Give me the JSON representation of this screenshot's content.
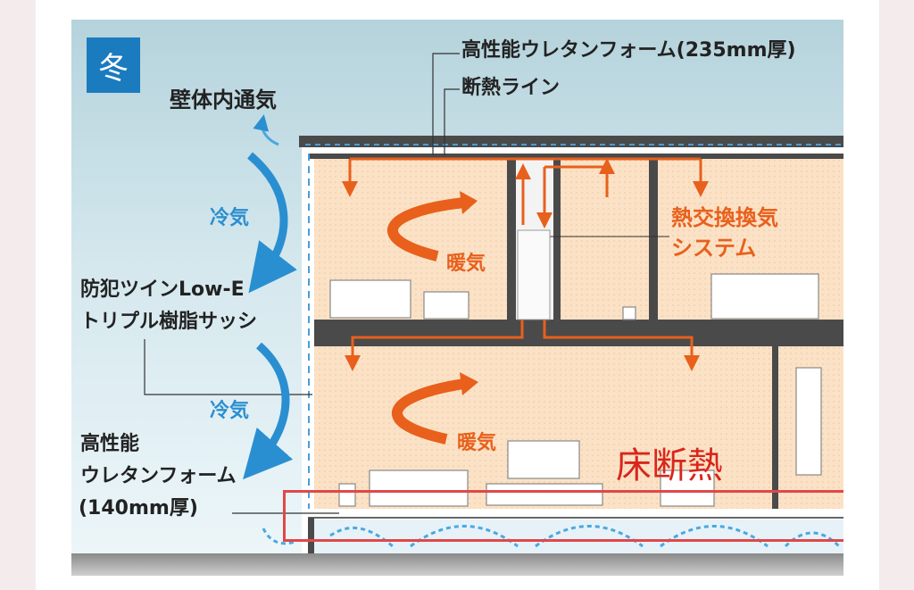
{
  "season_badge": "冬",
  "labels": {
    "wall_ventilation": "壁体内通気",
    "roof_foam": "高性能ウレタンフォーム(235mm厚)",
    "insulation_line": "断熱ライン",
    "cold_air_upper": "冷気",
    "cold_air_lower": "冷気",
    "window_line1": "防犯ツインLow-E",
    "window_line2": "トリプル樹脂サッシ",
    "wall_foam_line1": "高性能",
    "wall_foam_line2": "ウレタンフォーム",
    "wall_foam_line3": "(140mm厚)",
    "warm_air_upper": "暖気",
    "warm_air_lower": "暖気",
    "ventilation_line1": "熱交換換気",
    "ventilation_line2": "システム"
  },
  "annotation": {
    "floor_insulation": "床断熱"
  },
  "colors": {
    "badge": "#1a7bbf",
    "cold": "#2a8fd0",
    "warm": "#e8601c",
    "annotation": "#d9261c"
  }
}
